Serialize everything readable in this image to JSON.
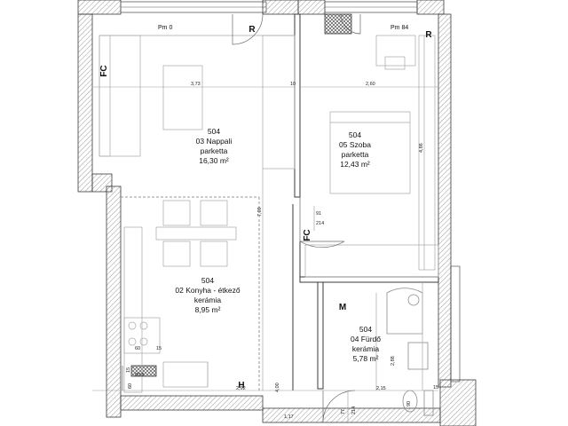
{
  "plan": {
    "colors": {
      "wall": "#3a3a3a",
      "hatch": "#9a9a9a",
      "line": "#6a6a6a",
      "thin": "#b0b0b0",
      "window": "#5a5a5a"
    },
    "rooms": {
      "nappali": {
        "number": "504",
        "name": "03 Nappali",
        "floor": "parketta",
        "area": "16,30 m²"
      },
      "szoba": {
        "number": "504",
        "name": "05 Szoba",
        "floor": "parketta",
        "area": "12,43 m²"
      },
      "konyha": {
        "number": "504",
        "name": "02 Konyha - étkező",
        "floor": "kerámia",
        "area": "8,95 m²"
      },
      "furdo": {
        "number": "504",
        "name": "04 Fürdő",
        "floor": "kerámia",
        "area": "5,78 m²"
      }
    },
    "markers": {
      "pm0": "Pm 0",
      "pm84": "Pm 84",
      "r": "R",
      "fc": "FC",
      "m": "M",
      "h": "H"
    },
    "dims": {
      "d373": "3,73",
      "d10": "10",
      "d260": "2,60",
      "d486": "4,86",
      "d709": "7,09",
      "d91": "91",
      "d214a": "214",
      "d60a": "60",
      "d15a": "15",
      "d15b": "15",
      "d16": "Ø16",
      "d60b": "60",
      "d292": "2,92",
      "d400": "4,00",
      "d117": "1,17",
      "d77": "77",
      "d214b": "214",
      "d215": "2,15",
      "d288": "2,88",
      "d90": "90",
      "d15c": "15"
    }
  }
}
